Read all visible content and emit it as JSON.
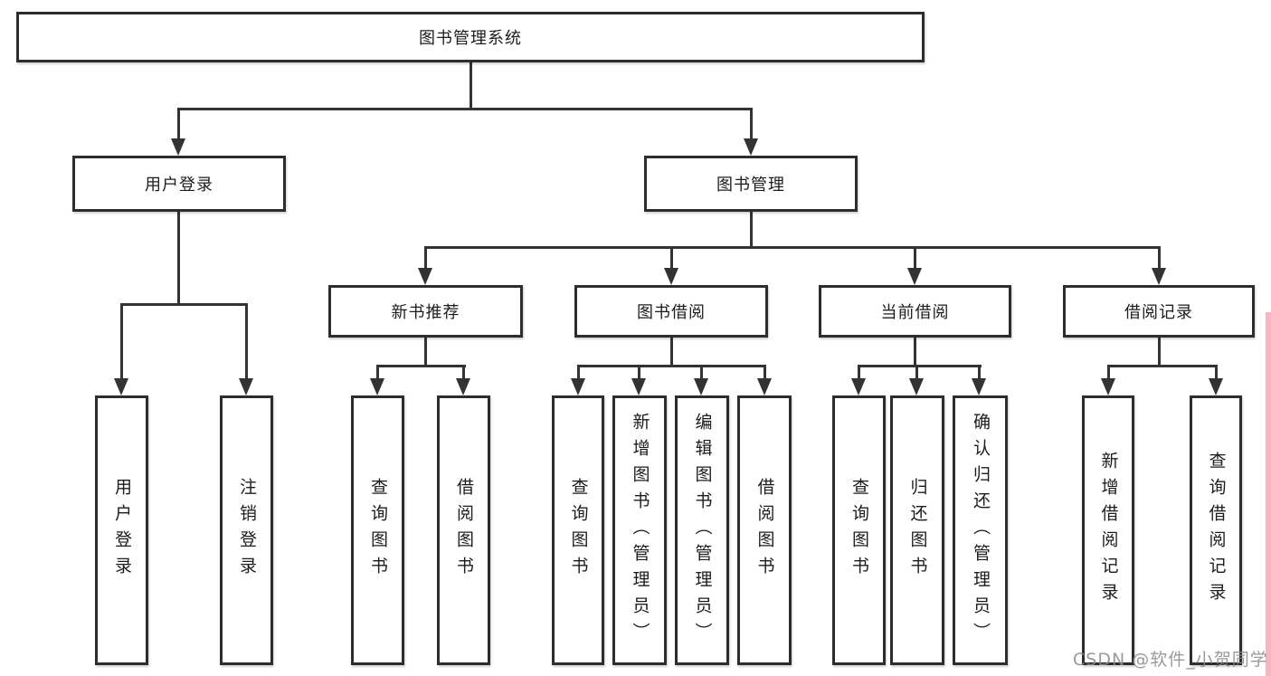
{
  "diagram": {
    "root": {
      "label": "图书管理系统"
    },
    "level2": [
      {
        "label": "用户登录"
      },
      {
        "label": "图书管理"
      }
    ],
    "level3": [
      {
        "label": "新书推荐"
      },
      {
        "label": "图书借阅"
      },
      {
        "label": "当前借阅"
      },
      {
        "label": "借阅记录"
      }
    ],
    "leaves": [
      {
        "label": "用户登录"
      },
      {
        "label": "注销登录"
      },
      {
        "label": "查询图书"
      },
      {
        "label": "借阅图书"
      },
      {
        "label": "查询图书"
      },
      {
        "label": "新增图书（管理员）"
      },
      {
        "label": "编辑图书（管理员）"
      },
      {
        "label": "借阅图书"
      },
      {
        "label": "查询图书"
      },
      {
        "label": "归还图书"
      },
      {
        "label": "确认归还（管理员）"
      },
      {
        "label": "新增借阅记录"
      },
      {
        "label": "查询借阅记录"
      }
    ],
    "watermark": "CSDN @软件_小贺同学",
    "colors": {
      "line": "#333333",
      "box_border": "#2d2d2d",
      "text": "#1c1c1c",
      "watermark": "#8c8c8c",
      "accent_strip": "#f2b7c1",
      "background": "#ffffff"
    }
  }
}
